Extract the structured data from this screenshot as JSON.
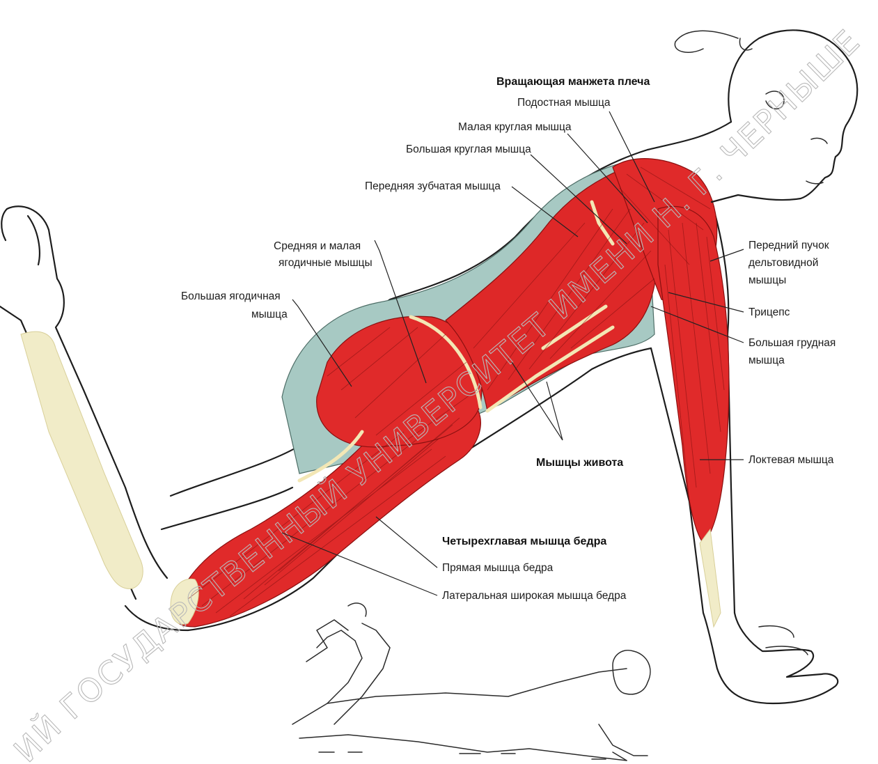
{
  "colors": {
    "muscle": "#e02a2a",
    "muscle_dark": "#a81414",
    "tendon": "#f3e7b5",
    "bone": "#f1ecc8",
    "fascia": "#a7c9c3",
    "ink": "#1c1c1c"
  },
  "watermark": {
    "lower_arc": "ИЙ ГОСУДАРСТВЕННЫЙ УНИВЕРСИТЕТ ИМЕНИ Н. Г. ЧЕРНЫШЕВСКО"
  },
  "labels": {
    "rotator_cuff": "Вращающая манжета плеча",
    "infraspinatus": "Подостная мышца",
    "teres_minor": "Малая круглая мышца",
    "teres_major": "Большая круглая мышца",
    "serratus_anterior": "Передняя зубчатая мышца",
    "gluteus_medius_minimus_1": "Средняя и малая",
    "gluteus_medius_minimus_2": "ягодичные мышцы",
    "gluteus_maximus_1": "Большая ягодичная",
    "gluteus_maximus_2": "мышца",
    "anterior_deltoid_1": "Передний пучок",
    "anterior_deltoid_2": "дельтовидной",
    "anterior_deltoid_3": "мышцы",
    "triceps": "Трицепс",
    "pectoralis_major_1": "Большая грудная",
    "pectoralis_major_2": "мышца",
    "anconeus": "Локтевая мышца",
    "abdominals": "Мышцы живота",
    "quadriceps": "Четырехглавая мышца бедра",
    "rectus_femoris": "Прямая мышца бедра",
    "vastus_lateralis": "Латеральная широкая мышца бедра"
  }
}
